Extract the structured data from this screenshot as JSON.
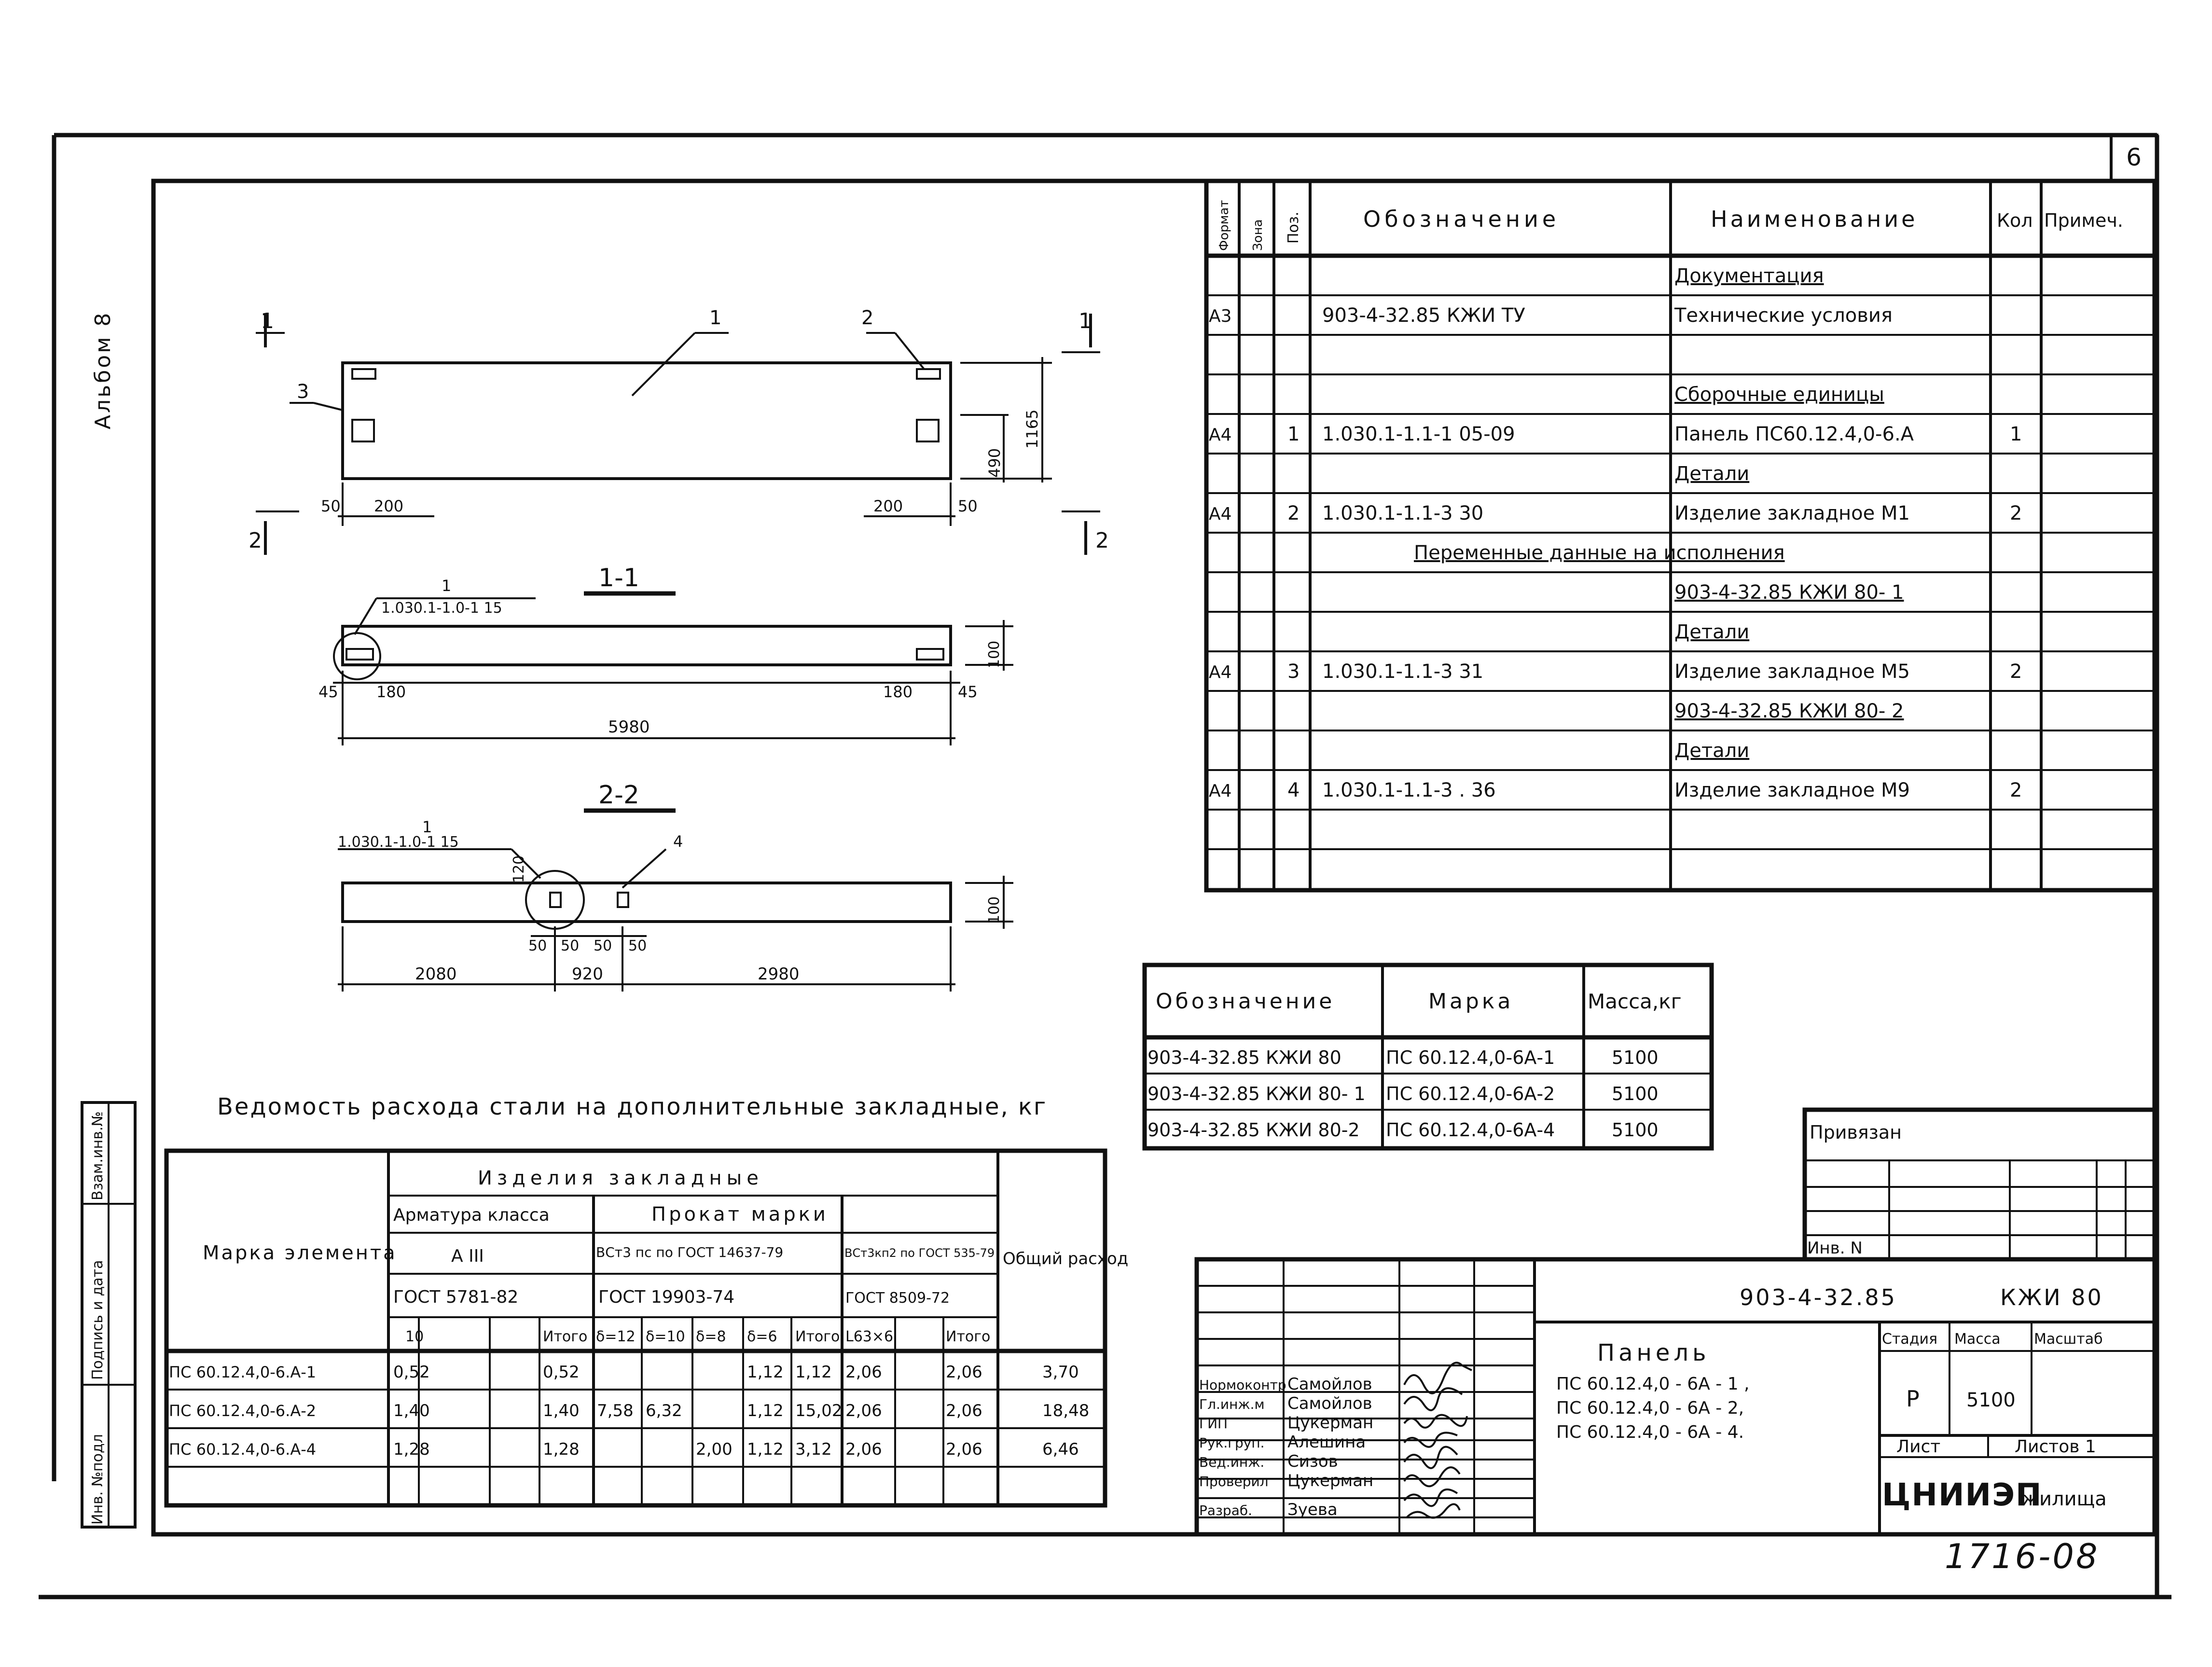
{
  "album_label": "Альбом 8",
  "sheet_no": "6",
  "drawing_no": "1716-08",
  "side_labels": [
    "Инв. №подл",
    "Подпись и дата",
    "Взам.инв.№"
  ],
  "plan": {
    "section_marks": [
      "1",
      "1",
      "2",
      "2"
    ],
    "leaders": [
      "1",
      "2",
      "3"
    ],
    "dims": [
      "50",
      "200",
      "200",
      "50",
      "1165",
      "490"
    ]
  },
  "section1": {
    "title": "1-1",
    "leader_no": "1",
    "leader_ref": "1.030.1-1.0-1 15",
    "dims": [
      "45",
      "180",
      "180",
      "45",
      "5980",
      "100"
    ]
  },
  "section2": {
    "title": "2-2",
    "leader_no1": "1",
    "leader_ref": "1.030.1-1.0-1 15",
    "leader_no2": "4",
    "dims": [
      "120",
      "50",
      "50",
      "50",
      "50",
      "2080",
      "920",
      "2980",
      "100"
    ]
  },
  "spec": {
    "headers": [
      "Формат",
      "Зона",
      "Поз.",
      "Обозначение",
      "Наименование",
      "Кол",
      "Примеч."
    ],
    "rows": [
      [
        "",
        "",
        "",
        "",
        "Документация",
        "",
        ""
      ],
      [
        "А3",
        "",
        "",
        "903-4-32.85  КЖИ ТУ",
        "Технические условия",
        "",
        ""
      ],
      [
        "",
        "",
        "",
        "",
        "",
        "",
        ""
      ],
      [
        "",
        "",
        "",
        "",
        "Сборочные единицы",
        "",
        ""
      ],
      [
        "А4",
        "",
        "1",
        "1.030.1-1.1-1  05-09",
        "Панель ПС60.12.4,0-6.А",
        "1",
        ""
      ],
      [
        "",
        "",
        "",
        "",
        "Детали",
        "",
        ""
      ],
      [
        "А4",
        "",
        "2",
        "1.030.1-1.1-3  30",
        "Изделие закладное  М1",
        "2",
        ""
      ],
      [
        "",
        "",
        "",
        "Переменные данные на исполнения",
        "",
        "",
        ""
      ],
      [
        "",
        "",
        "",
        "",
        "903-4-32.85  КЖИ 80-  1",
        "",
        ""
      ],
      [
        "",
        "",
        "",
        "",
        "Детали",
        "",
        ""
      ],
      [
        "А4",
        "",
        "3",
        "1.030.1-1.1-3  31",
        "Изделие закладное М5",
        "2",
        ""
      ],
      [
        "",
        "",
        "",
        "",
        "903-4-32.85  КЖИ 80-  2",
        "",
        ""
      ],
      [
        "",
        "",
        "",
        "",
        "Детали",
        "",
        ""
      ],
      [
        "А4",
        "",
        "4",
        "1.030.1-1.1-3 . 36",
        "Изделие закладное М9",
        "2",
        ""
      ],
      [
        "",
        "",
        "",
        "",
        "",
        "",
        ""
      ],
      [
        "",
        "",
        "",
        "",
        "",
        "",
        ""
      ]
    ]
  },
  "marks": {
    "headers": [
      "Обозначение",
      "Марка",
      "Масса,кг"
    ],
    "rows": [
      [
        "903-4-32.85  КЖИ 80",
        "ПС 60.12.4,0-6А-1",
        "5100"
      ],
      [
        "903-4-32.85  КЖИ 80- 1",
        "ПС 60.12.4,0-6А-2",
        "5100"
      ],
      [
        "903-4-32.85  КЖИ 80-2",
        "ПС 60.12.4,0-6А-4",
        "5100"
      ]
    ]
  },
  "steel": {
    "title": "Ведомость расхода стали на дополнительные закладные, кг",
    "col_element": "Марка элемента",
    "group_main": "Изделия   закладные",
    "group_armatura": "Арматура класса",
    "armatura_class": "А III",
    "armatura_gost": "ГОСТ 5781-82",
    "group_prokat": "Прокат марки",
    "prokat_grade1": "ВСт3 пс по ГОСТ 14637-79",
    "prokat_gost1": "ГОСТ 19903-74",
    "prokat_grade2": "ВСт3кп2 по ГОСТ 535-79",
    "prokat_gost2": "ГОСТ 8509-72",
    "col_total": "Общий расход",
    "subcols": [
      "10",
      "",
      "",
      "Итого",
      "δ=12",
      "δ=10",
      "δ=8",
      "δ=6",
      "Итого",
      "L63×6",
      "",
      "Итого"
    ],
    "rows": [
      [
        "ПС 60.12.4,0-6.А-1",
        "0,52",
        "",
        "",
        "0,52",
        "",
        "",
        "",
        "1,12",
        "1,12",
        "2,06",
        "",
        "2,06",
        "3,70"
      ],
      [
        "ПС 60.12.4,0-6.А-2",
        "1,40",
        "",
        "",
        "1,40",
        "7,58",
        "6,32",
        "",
        "1,12",
        "15,02",
        "2,06",
        "",
        "2,06",
        "18,48"
      ],
      [
        "ПС 60.12.4,0-6.А-4",
        "1,28",
        "",
        "",
        "1,28",
        "",
        "",
        "2,00",
        "1,12",
        "3,12",
        "2,06",
        "",
        "2,06",
        "6,46"
      ]
    ]
  },
  "privyazan": {
    "label": "Привязан",
    "inv_label": "Инв. N"
  },
  "stamp": {
    "code": "903-4-32.85",
    "mark": "КЖИ 80",
    "title": "Панель",
    "items": [
      "ПС 60.12.4,0 - 6А - 1 ,",
      "ПС 60.12.4,0 - 6А - 2,",
      "ПС 60.12.4,0 - 6А - 4."
    ],
    "stage_label": "Стадия",
    "mass_label": "Масса",
    "scale_label": "Масштаб",
    "stage": "Р",
    "mass": "5100",
    "sheet_label": "Лист",
    "sheets_label": "Листов 1",
    "org": "ЦНИИЭП",
    "org_suffix": "жилища",
    "roles": [
      "Нормоконтр",
      "Гл.инж.м",
      "ГИП",
      "Рук.груп.",
      "Вед.инж.",
      "Проверил",
      "Разраб."
    ],
    "names": [
      "Самойлов",
      "Самойлов",
      "Цукерман",
      "Алешина",
      "Сизов",
      "Цукерман",
      "Зуева"
    ]
  }
}
